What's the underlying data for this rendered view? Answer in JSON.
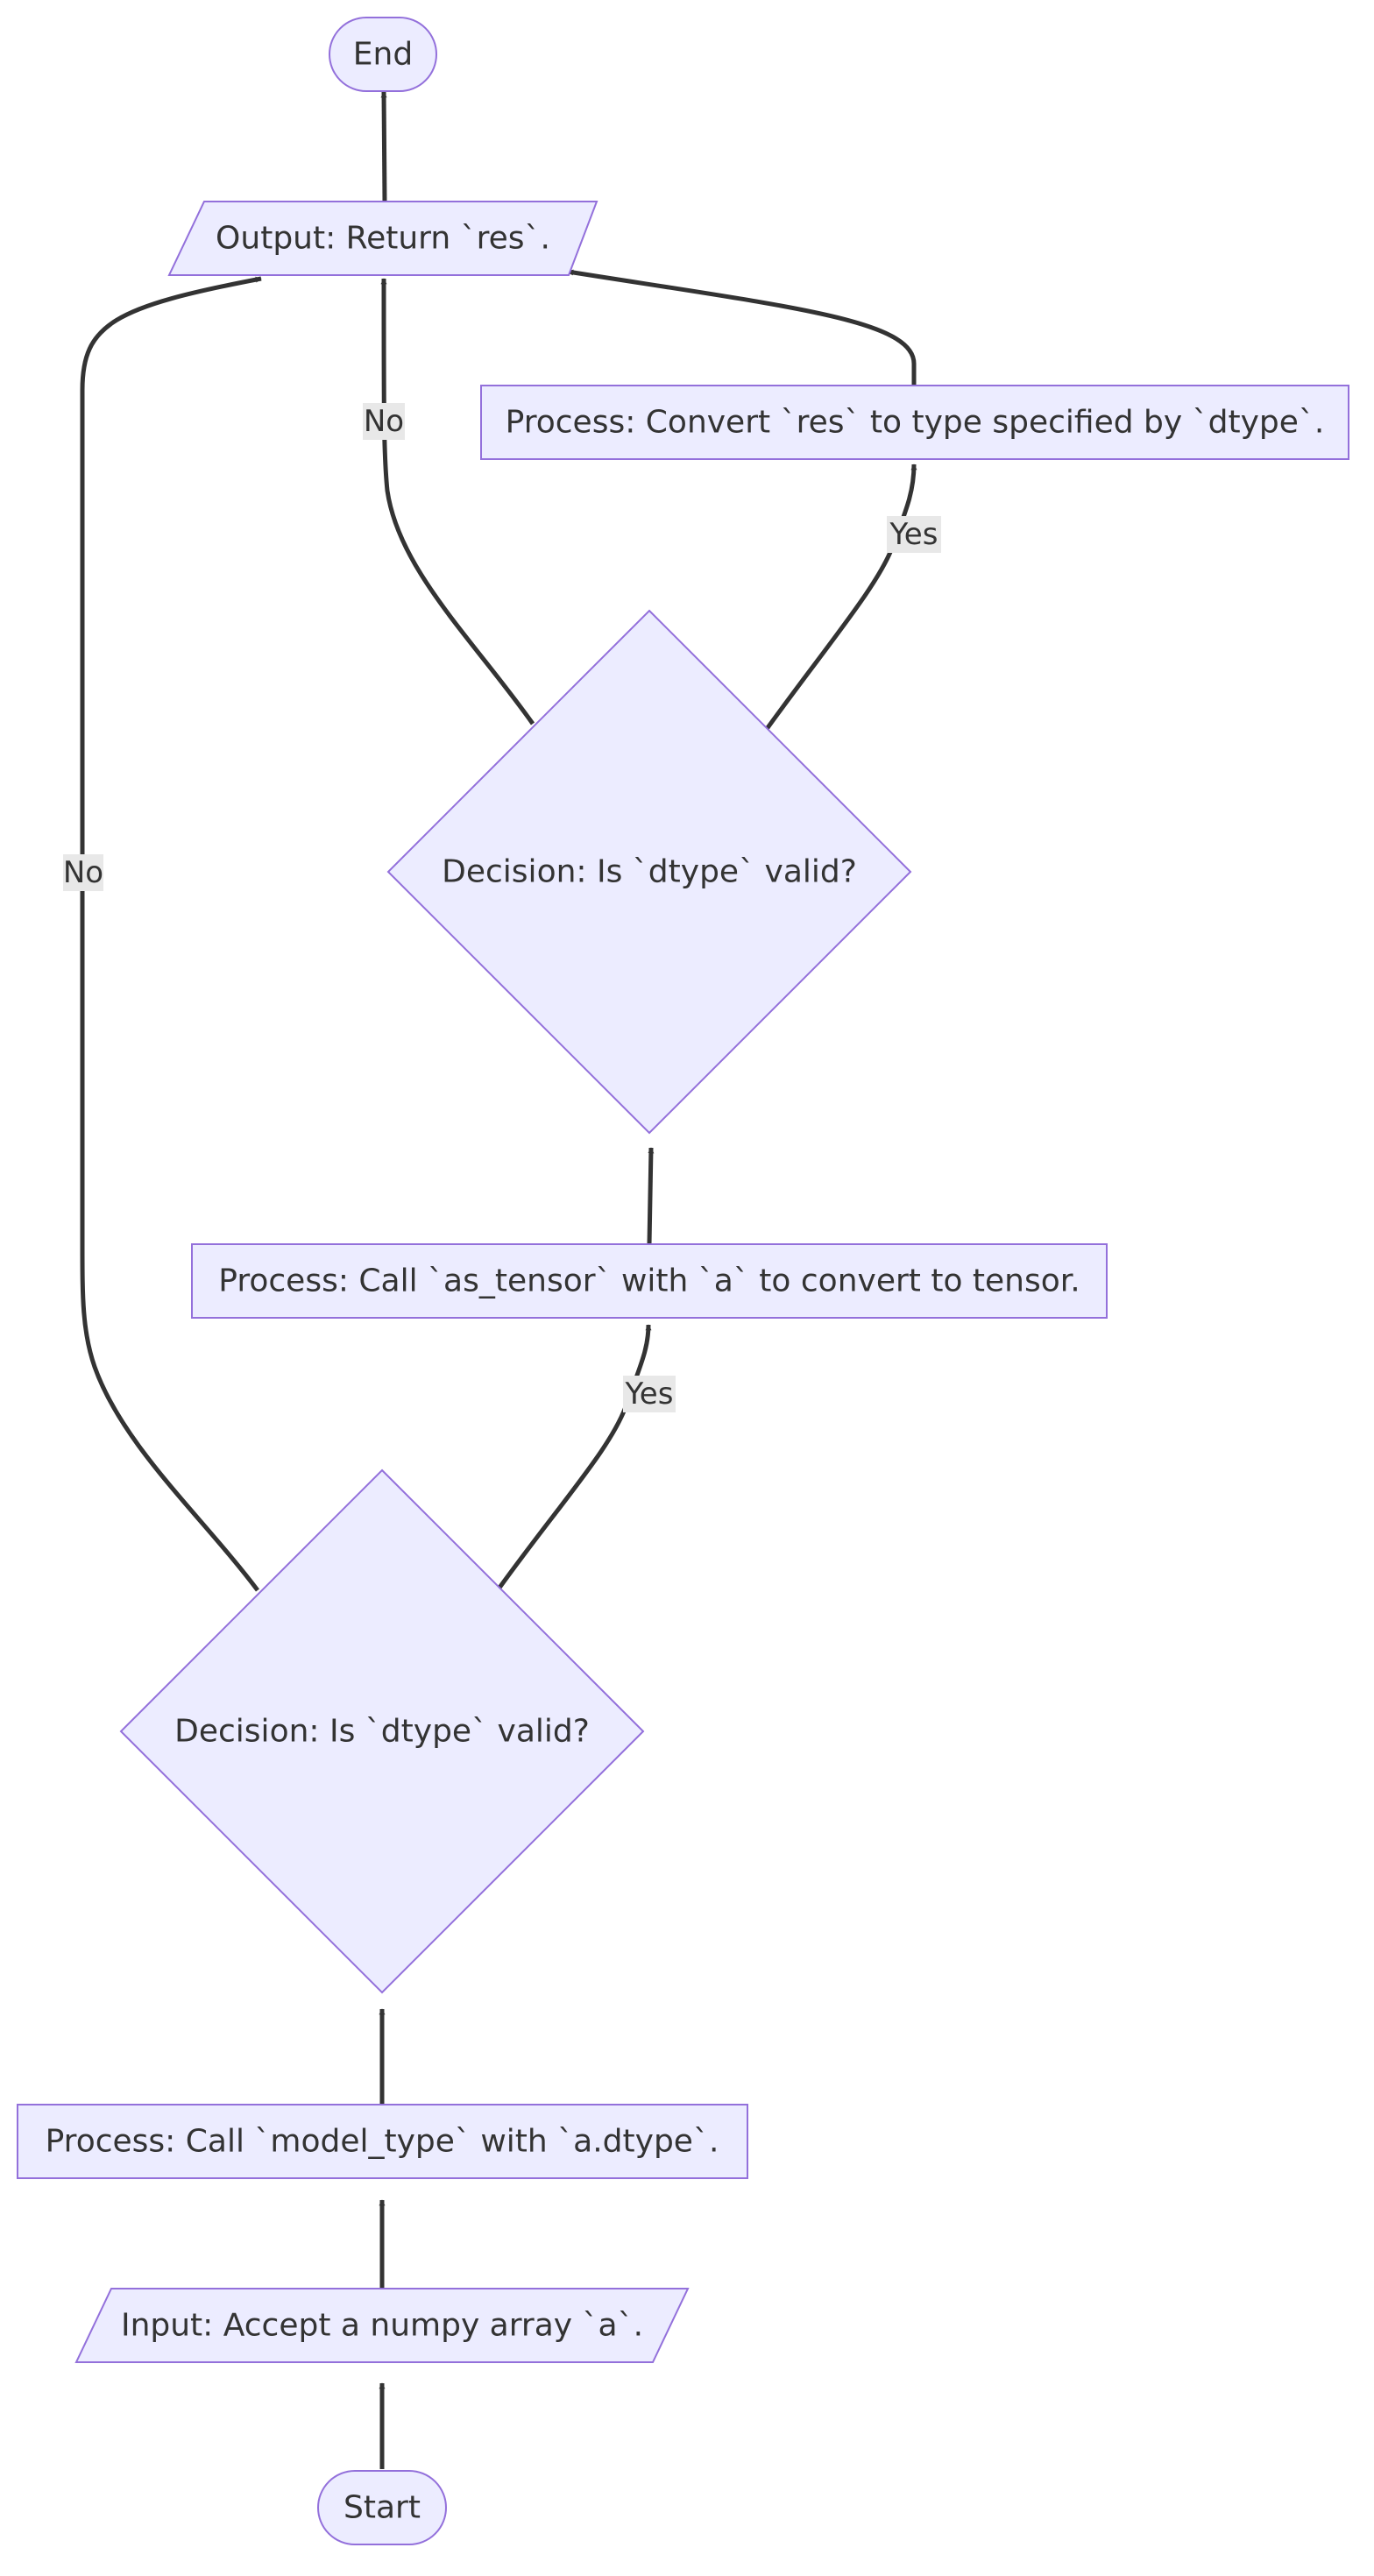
{
  "diagram": {
    "nodes": {
      "end": "End",
      "output": "Output: Return `res`.",
      "convert": "Process: Convert `res` to type specified by `dtype`.",
      "decision2": "Decision: Is `dtype` valid?",
      "as_tensor": "Process: Call `as_tensor` with `a` to convert to tensor.",
      "decision1": "Decision: Is `dtype` valid?",
      "model_type": "Process: Call `model_type` with `a.dtype`.",
      "input": "Input: Accept a numpy array `a`.",
      "start": "Start"
    },
    "edge_labels": {
      "d1_no": "No",
      "d1_yes": "Yes",
      "d2_no": "No",
      "d2_yes": "Yes"
    },
    "colors": {
      "node_fill": "#ECECFF",
      "node_stroke": "#9370DB",
      "edge": "#333333",
      "label_bg": "#e8e8e8",
      "text": "#333333"
    }
  }
}
